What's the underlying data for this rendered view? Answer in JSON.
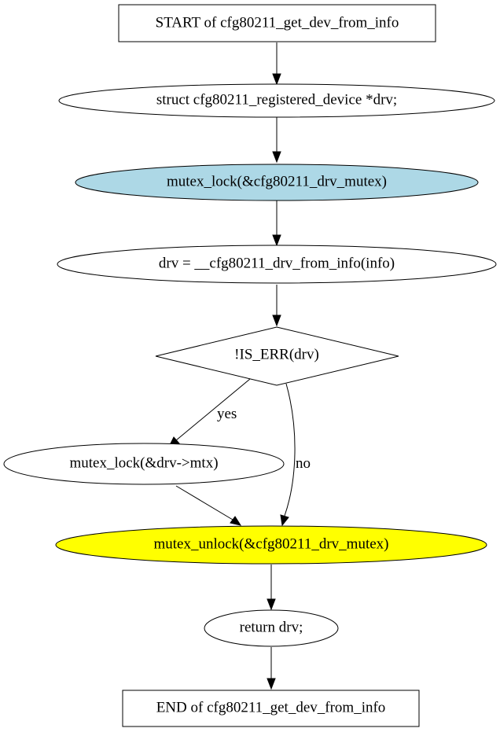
{
  "diagram": {
    "nodes": {
      "start": {
        "label": "START of cfg80211_get_dev_from_info",
        "shape": "box",
        "fill": "#ffffff"
      },
      "decl": {
        "label": "struct cfg80211_registered_device *drv;",
        "shape": "ellipse",
        "fill": "#ffffff"
      },
      "lock_drv_mutex": {
        "label": "mutex_lock(&cfg80211_drv_mutex)",
        "shape": "ellipse",
        "fill": "#add8e6"
      },
      "assign": {
        "label": "drv = __cfg80211_drv_from_info(info)",
        "shape": "ellipse",
        "fill": "#ffffff"
      },
      "decision": {
        "label": "!IS_ERR(drv)",
        "shape": "diamond",
        "fill": "#ffffff"
      },
      "lock_mtx": {
        "label": "mutex_lock(&drv->mtx)",
        "shape": "ellipse",
        "fill": "#ffffff"
      },
      "unlock": {
        "label": "mutex_unlock(&cfg80211_drv_mutex)",
        "shape": "ellipse",
        "fill": "#ffff00"
      },
      "ret": {
        "label": "return drv;",
        "shape": "ellipse",
        "fill": "#ffffff"
      },
      "end": {
        "label": "END of cfg80211_get_dev_from_info",
        "shape": "box",
        "fill": "#ffffff"
      }
    },
    "edges": [
      {
        "from": "start",
        "to": "decl",
        "label": ""
      },
      {
        "from": "decl",
        "to": "lock_drv_mutex",
        "label": ""
      },
      {
        "from": "lock_drv_mutex",
        "to": "assign",
        "label": ""
      },
      {
        "from": "assign",
        "to": "decision",
        "label": ""
      },
      {
        "from": "decision",
        "to": "lock_mtx",
        "label": "yes"
      },
      {
        "from": "decision",
        "to": "unlock",
        "label": "no"
      },
      {
        "from": "lock_mtx",
        "to": "unlock",
        "label": ""
      },
      {
        "from": "unlock",
        "to": "ret",
        "label": ""
      },
      {
        "from": "ret",
        "to": "end",
        "label": ""
      }
    ]
  }
}
